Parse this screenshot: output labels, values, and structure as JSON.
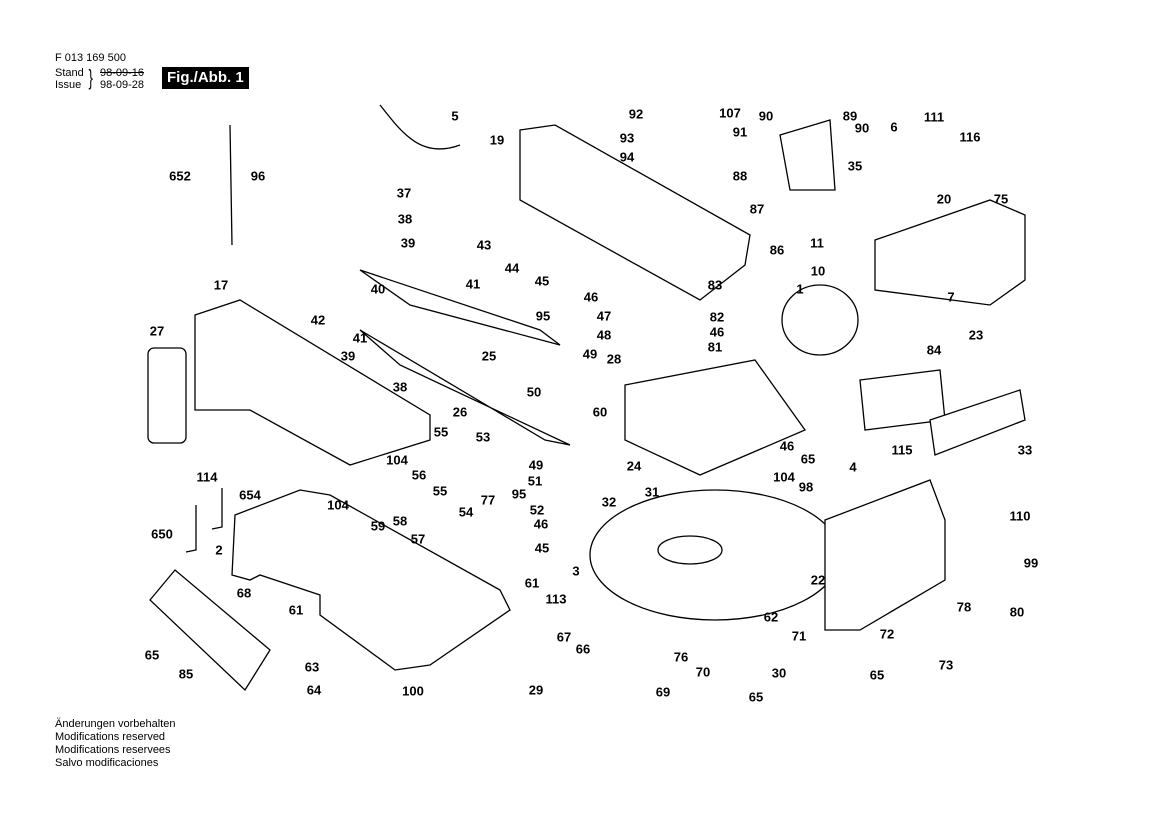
{
  "header": {
    "document_number": "F 013 169 500",
    "stand_label": "Stand",
    "issue_label": "Issue",
    "stand_date": "98-09-16",
    "issue_date": "98-09-28",
    "figure_label": "Fig./Abb. 1"
  },
  "part_labels": [
    "5",
    "652",
    "96",
    "37",
    "38",
    "39",
    "19",
    "92",
    "107",
    "93",
    "94",
    "91",
    "90",
    "89",
    "90",
    "6",
    "111",
    "116",
    "88",
    "87",
    "86",
    "35",
    "20",
    "75",
    "43",
    "44",
    "45",
    "46",
    "47",
    "48",
    "49",
    "95",
    "41",
    "40",
    "42",
    "41",
    "39",
    "38",
    "25",
    "17",
    "27",
    "11",
    "10",
    "1",
    "83",
    "82",
    "46",
    "81",
    "7",
    "23",
    "84",
    "28",
    "50",
    "26",
    "60",
    "53",
    "55",
    "56",
    "55",
    "54",
    "77",
    "49",
    "51",
    "95",
    "52",
    "46",
    "45",
    "24",
    "32",
    "31",
    "104",
    "114",
    "104",
    "654",
    "59",
    "58",
    "57",
    "650",
    "2",
    "46",
    "65",
    "115",
    "33",
    "4",
    "104",
    "98",
    "110",
    "99",
    "3",
    "22",
    "78",
    "80",
    "68",
    "61",
    "61",
    "113",
    "62",
    "71",
    "72",
    "73",
    "65",
    "65",
    "85",
    "67",
    "66",
    "63",
    "64",
    "100",
    "29",
    "76",
    "70",
    "69",
    "30",
    "65"
  ],
  "footer": {
    "lines": [
      "Änderungen vorbehalten",
      "Modifications reserved",
      "Modifications reservees",
      "Salvo modificaciones"
    ]
  }
}
